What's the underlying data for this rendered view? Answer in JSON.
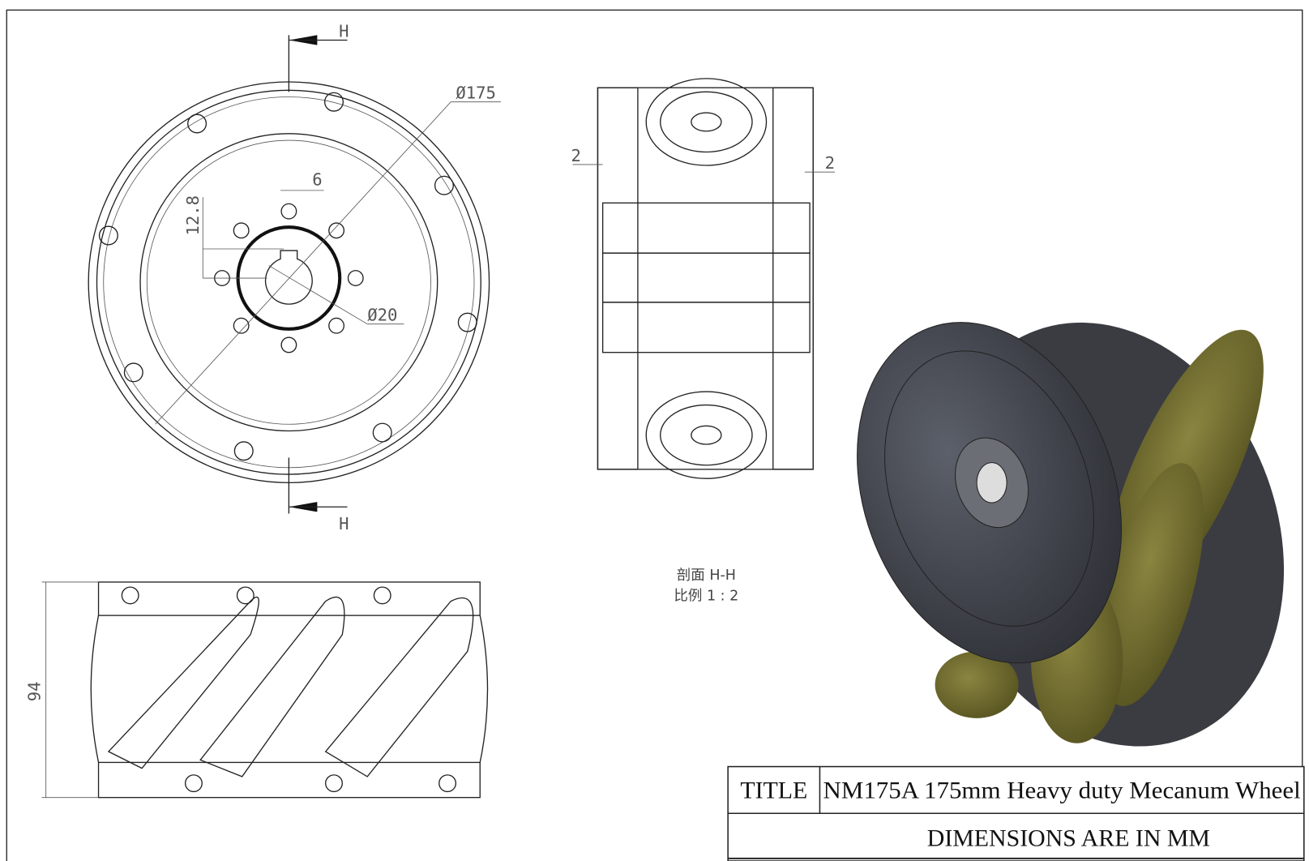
{
  "drawing": {
    "front_view": {
      "section_marker": "H",
      "diameter_outer": "Ø175",
      "diameter_bore": "Ø20",
      "keyway_width": "6",
      "keyway_depth": "12.8"
    },
    "section_view": {
      "wall_left": "2",
      "wall_right": "2",
      "caption_line1": "剖面 H-H",
      "caption_line2": "比例 1 : 2"
    },
    "side_view": {
      "width_dim": "94"
    },
    "colors": {
      "roller": "#6f6a2c",
      "hub": "#4a4d55",
      "line": "#222222"
    }
  },
  "title_block": {
    "title_label": "TITLE",
    "title_value": "NM175A 175mm Heavy duty Mecanum Wheel",
    "note": "DIMENSIONS ARE IN MM"
  }
}
